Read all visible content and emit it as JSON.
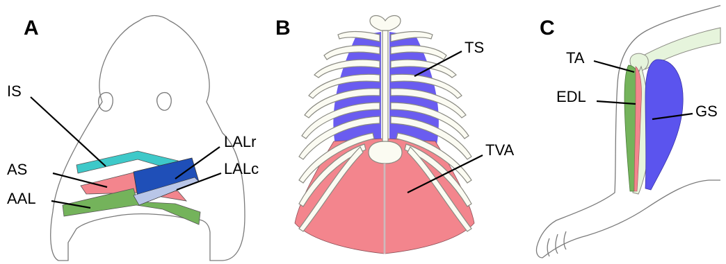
{
  "panels": {
    "a": {
      "letter": "A",
      "labels": {
        "is": "IS",
        "as": "AS",
        "aal": "AAL",
        "lalr": "LALr",
        "lalc": "LALc"
      }
    },
    "b": {
      "letter": "B",
      "labels": {
        "ts": "TS",
        "tva": "TVA"
      }
    },
    "c": {
      "letter": "C",
      "labels": {
        "ta": "TA",
        "edl": "EDL",
        "gs": "GS"
      }
    }
  },
  "colors": {
    "is_muscle": "#3ec9c9",
    "as_muscle": "#f3858d",
    "aal_muscle": "#74b35b",
    "lal_muscle": "#1f4fb8",
    "ts_muscle": "#6a5cf0",
    "tva_muscle": "#f3858d",
    "ta_muscle": "#74b35b",
    "edl_muscle": "#f3858d",
    "gs_muscle": "#5b54ee",
    "bone_fill": "#fbfbf2",
    "leg_bone_fill": "#e6f4dc"
  }
}
